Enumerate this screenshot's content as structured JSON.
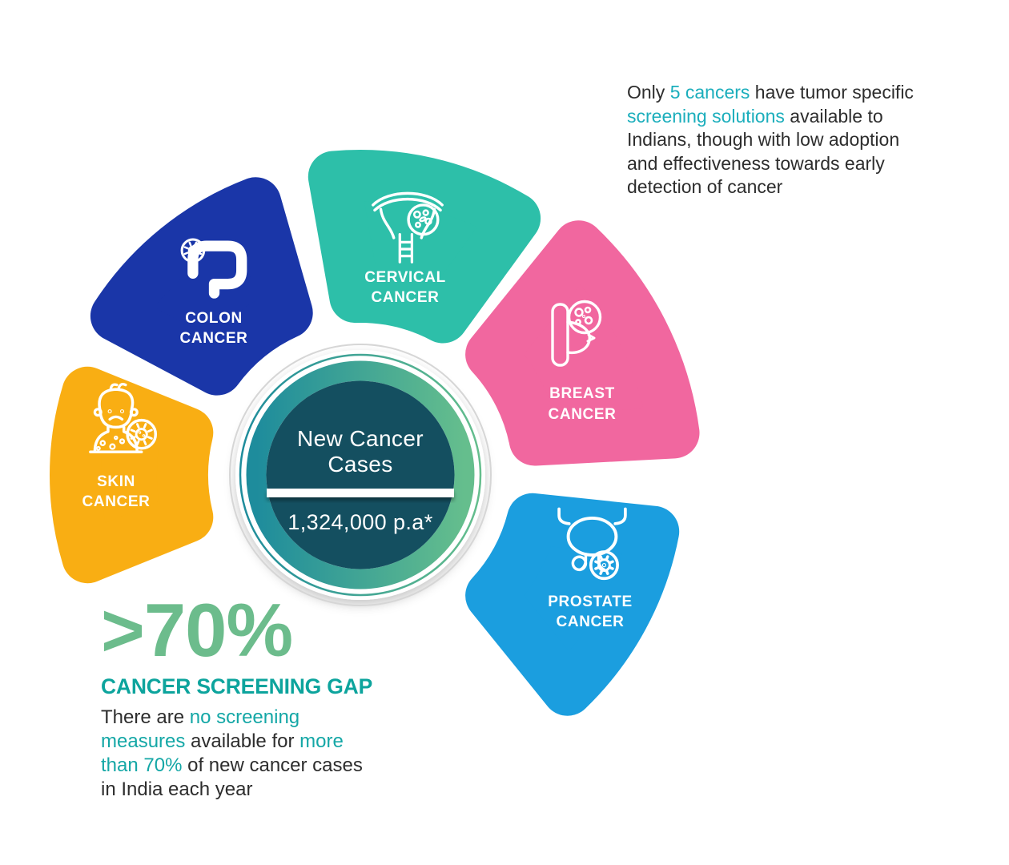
{
  "note": {
    "segments": [
      {
        "text": "Only "
      },
      {
        "text": "5 cancers",
        "highlight": true
      },
      {
        "text": " have tumor specific\n"
      },
      {
        "text": "screening solutions",
        "highlight": true
      },
      {
        "text": " available to\nIndians, though with low adoption\nand effectiveness towards early\ndetection of cancer"
      }
    ]
  },
  "center": {
    "title_line1": "New Cancer",
    "title_line2": "Cases",
    "value": "1,324,000 p.a*",
    "circle_color": "#144F60",
    "gradient_from": "#1E8C9C",
    "gradient_to": "#65BE8D",
    "ring_gray": "#D6D6D6"
  },
  "petals": [
    {
      "name": "skin-cancer",
      "line1": "SKIN",
      "line2": "CANCER",
      "color": "#F9AE13",
      "icon": "skin-cancer-icon"
    },
    {
      "name": "colon-cancer",
      "line1": "COLON",
      "line2": "CANCER",
      "color": "#1A36A8",
      "icon": "colon-cancer-icon"
    },
    {
      "name": "cervical-cancer",
      "line1": "CERVICAL",
      "line2": "CANCER",
      "color": "#2DBFA9",
      "icon": "cervical-cancer-icon"
    },
    {
      "name": "breast-cancer",
      "line1": "BREAST",
      "line2": "CANCER",
      "color": "#F1679F",
      "icon": "breast-cancer-icon"
    },
    {
      "name": "prostate-cancer",
      "line1": "PROSTATE",
      "line2": "CANCER",
      "color": "#1B9EDF",
      "icon": "prostate-cancer-icon"
    }
  ],
  "stats": {
    "headline": ">70%",
    "subhead": "CANCER SCREENING GAP",
    "paragraph_segments": [
      {
        "text": "There are "
      },
      {
        "text": "no screening\nmeasures",
        "highlight": true
      },
      {
        "text": " available for "
      },
      {
        "text": "more\nthan 70%",
        "highlight": true
      },
      {
        "text": " of new cancer cases\nin India each year"
      }
    ]
  },
  "colors": {
    "note_text": "#2D2D2D",
    "note_highlight": "#1BAEBC",
    "stats_text": "#2D2D2D",
    "stats_highlight": "#14A7A6",
    "headline_green": "#6CBC8C",
    "subhead_teal": "#0DA49D"
  }
}
